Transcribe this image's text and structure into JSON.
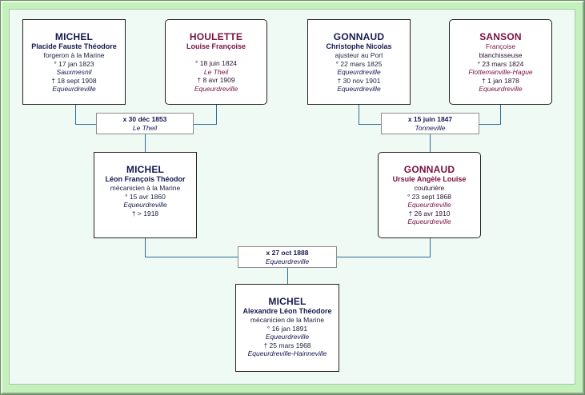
{
  "persons": {
    "michel_pf": {
      "surname": "MICHEL",
      "given": "Placide Fauste Théodore",
      "occupation": "forgeron à la Marine",
      "birth": "° 17 jan 1823",
      "birth_place": "Sauxmesnil",
      "death": "† 18 sept 1908",
      "death_place": "Equeurdreville"
    },
    "houlette": {
      "surname": "HOULETTE",
      "given": "Louise Françoise",
      "birth": "° 18 juin 1824",
      "birth_place": "Le Theil",
      "death": "† 8 avr 1909",
      "death_place": "Equeurdreville"
    },
    "gonnaud_cn": {
      "surname": "GONNAUD",
      "given": "Christophe Nicolas",
      "occupation": "ajusteur au Port",
      "birth": "° 22 mars 1825",
      "birth_place": "Equeurdreville",
      "death": "† 30 nov 1901",
      "death_place": "Equeurdreville"
    },
    "sanson": {
      "surname": "SANSON",
      "given": "Françoise",
      "occupation": "blanchisseuse",
      "birth": "° 23 mars 1824",
      "birth_place": "Flottemanville-Hague",
      "death": "† 1 jan 1878",
      "death_place": "Equeurdreville"
    },
    "michel_lf": {
      "surname": "MICHEL",
      "given": "Léon François Théodor",
      "occupation": "mécanicien à la Marine",
      "birth": "° 15 avr 1860",
      "birth_place": "Equeurdreville",
      "death": "† > 1918"
    },
    "gonnaud_ua": {
      "surname": "GONNAUD",
      "given": "Ursule Angèle Louise",
      "occupation": "couturière",
      "birth": "° 23 sept 1868",
      "birth_place": "Equeurdreville",
      "death": "† 26 avr 1910",
      "death_place": "Equeurdreville"
    },
    "michel_al": {
      "surname": "MICHEL",
      "given": "Alexandre Léon Théodore",
      "occupation": "mécanicien de la Marine",
      "birth": "° 16 jan 1891",
      "birth_place": "Equeurdreville",
      "death": "† 25 mars 1968",
      "death_place": "Equeurdreville-Hainneville"
    }
  },
  "marriages": {
    "m1": {
      "date": "x 30 déc 1853",
      "place": "Le Theil"
    },
    "m2": {
      "date": "x 15 juin 1847",
      "place": "Tonneville"
    },
    "m3": {
      "date": "x 27 oct 1888",
      "place": "Equeurdreville"
    }
  },
  "colors": {
    "male": "#141850",
    "female": "#7a1040",
    "connector": "#2b6f97",
    "background": "#c4f0bc"
  }
}
